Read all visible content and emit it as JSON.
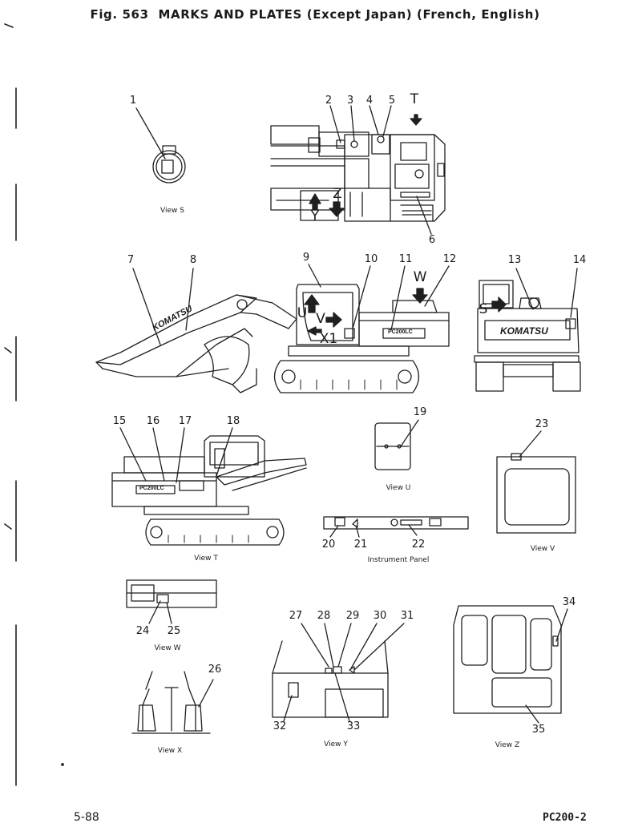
{
  "figure": {
    "number": "Fig. 563",
    "title": "MARKS AND PLATES (Except Japan) (French, English)"
  },
  "callouts": {
    "c1": "1",
    "c2": "2",
    "c3": "3",
    "c4": "4",
    "c5": "5",
    "c6": "6",
    "c7": "7",
    "c8": "8",
    "c9": "9",
    "c10": "10",
    "c11": "11",
    "c12": "12",
    "c13": "13",
    "c14": "14",
    "c15": "15",
    "c16": "16",
    "c17": "17",
    "c18": "18",
    "c19": "19",
    "c20": "20",
    "c21": "21",
    "c22": "22",
    "c23": "23",
    "c24": "24",
    "c25": "25",
    "c26": "26",
    "c27": "27",
    "c28": "28",
    "c29": "29",
    "c30": "30",
    "c31": "31",
    "c32": "32",
    "c33": "33",
    "c34": "34",
    "c35": "35"
  },
  "view_arrows": {
    "T": "T",
    "Z": "Z",
    "Y": "Y",
    "U": "U",
    "V": "V",
    "X1": "X1",
    "W": "W",
    "S": "S"
  },
  "views": {
    "view_s": "View S",
    "view_t": "View T",
    "view_u": "View U",
    "view_v": "View V",
    "view_w": "View W",
    "view_x": "View X",
    "view_y": "View Y",
    "view_z": "View Z",
    "instrument_panel": "Instrument Panel"
  },
  "decals": {
    "boom_brand": "KOMATSU",
    "rear_brand": "KOMATSU",
    "model_plate_main": "PC200LC",
    "model_plate_rear": "PC200LC"
  },
  "footer": {
    "page_number": "5-88",
    "model": "PC200-2"
  }
}
